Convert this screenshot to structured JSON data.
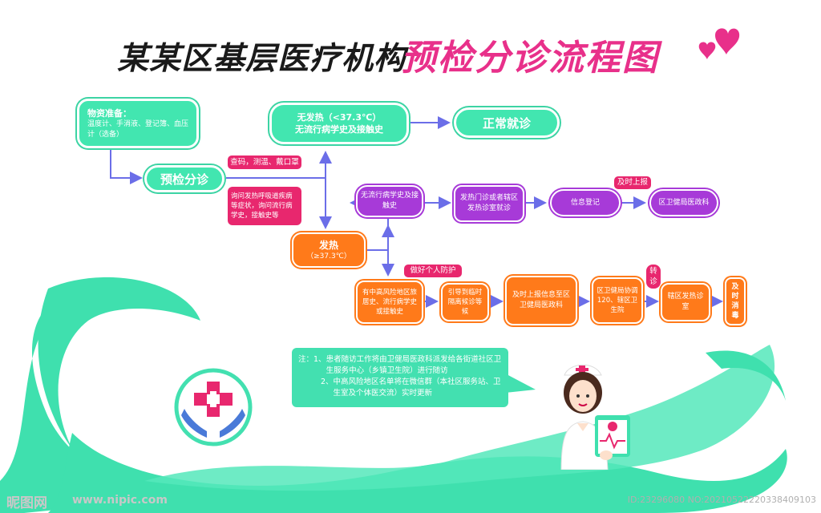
{
  "title": {
    "main": "某某区基层医疗机构",
    "highlight": "预检分诊流程图"
  },
  "nodes": {
    "supplies": {
      "title": "物资准备：",
      "body": "温度计、手消液、登记簿、血压计（选备）"
    },
    "triage": "预检分诊",
    "check_tag": "查码，测温、戴口罩",
    "inquiry": "询问发热呼吸道疾病等症状，询问流行病学史，接触史等",
    "no_fever_line1": "无发热（<37.3℃）",
    "no_fever_line2": "无流行病学史及接触史",
    "normal": "正常就诊",
    "fever_line1": "发热",
    "fever_line2": "（≥37.3℃）",
    "p_no_hist": "无流行病学史及接触史",
    "p_clinic": "发热门诊或者辖区发热诊室就诊",
    "p_register": "信息登记",
    "p_report_tag": "及时上报",
    "p_dept": "区卫健局医政科",
    "protect_tag": "做好个人防护",
    "o_risk": "有中高风险地区旅居史、流行病学史或接触史",
    "o_guide": "引导到临时隔离候诊等候",
    "o_report": "及时上报信息至区卫健局医政科",
    "o_120": "区卫健局协调120、辖区卫生院",
    "o_transfer_tag": "转诊",
    "o_fever_room": "辖区发热诊室",
    "o_end": "及时消毒"
  },
  "note": {
    "label": "注：",
    "items": [
      {
        "num": "1、",
        "text": "患者随访工作将由卫健局医政科派发给各街道社区卫生服务中心（乡镇卫生院）进行随访"
      },
      {
        "num": "2、",
        "text": "中高风险地区名单将在微信群（本社区服务站、卫生室及个体医交流）实时更新"
      }
    ]
  },
  "watermark": {
    "logo": "昵图网",
    "url": "www.nipic.com",
    "id": "ID:23296080 NO:20210522220338409103"
  },
  "colors": {
    "mint": "#42e6b0",
    "purple": "#a73ad8",
    "orange": "#ff7a1a",
    "pink": "#e8276e",
    "title_pink": "#e8308a",
    "arrow": "#6b6ee8"
  },
  "icons": [
    "heart-icon",
    "medical-cross-icon",
    "caring-hands-icon",
    "nurse-icon",
    "clipboard-icon"
  ]
}
